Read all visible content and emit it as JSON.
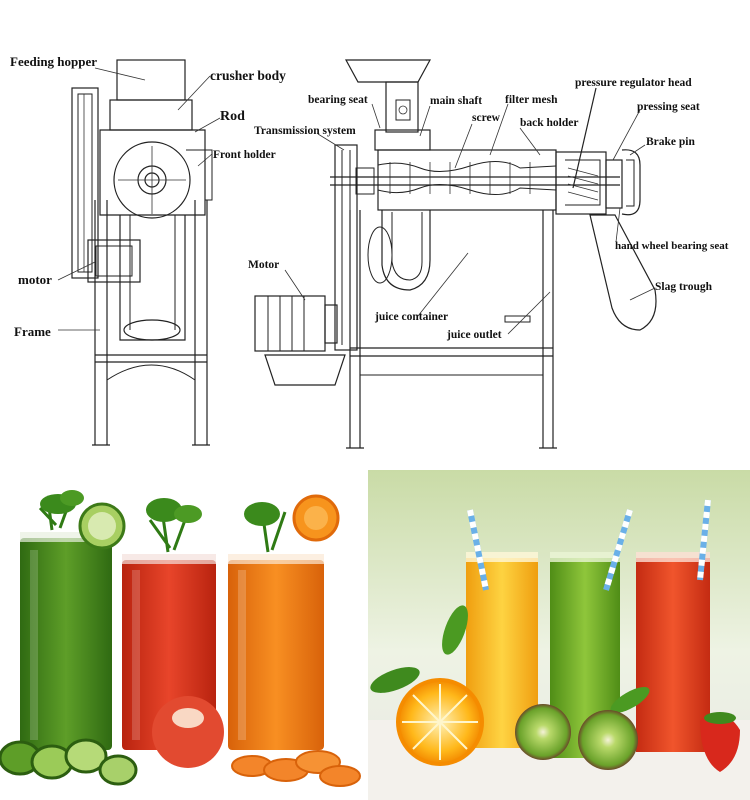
{
  "diagram": {
    "left_machine_labels": {
      "feeding_hopper": "Feeding hopper",
      "crusher_body": "crusher body",
      "rod": "Rod",
      "front_holder": "Front holder",
      "motor": "motor",
      "frame": "Frame"
    },
    "right_machine_labels": {
      "bearing_seat": "bearing seat",
      "main_shaft": "main shaft",
      "filter_mesh": "filter mesh",
      "screw": "screw",
      "back_holder": "back holder",
      "pressure_regulator_head": "pressure regulator head",
      "pressing_seat": "pressing seat",
      "brake_pin": "Brake pin",
      "transmission_system": "Transmission system",
      "hand_wheel_bearing_seat": "hand wheel bearing seat",
      "motor": "Motor",
      "slag_trough": "Slag trough",
      "juice_container": "juice container",
      "juice_outlet": "juice outlet"
    }
  },
  "photos": {
    "left_juices": [
      "green-cucumber-juice",
      "red-tomato-juice",
      "orange-carrot-juice"
    ],
    "right_juices": [
      "orange-juice",
      "green-kiwi-juice",
      "red-strawberry-juice"
    ],
    "colors": {
      "green": "#4a8a1f",
      "red": "#d8331f",
      "orange": "#ee7a12",
      "yellow": "#f7b80f",
      "kiwi": "#7ab52c"
    }
  }
}
